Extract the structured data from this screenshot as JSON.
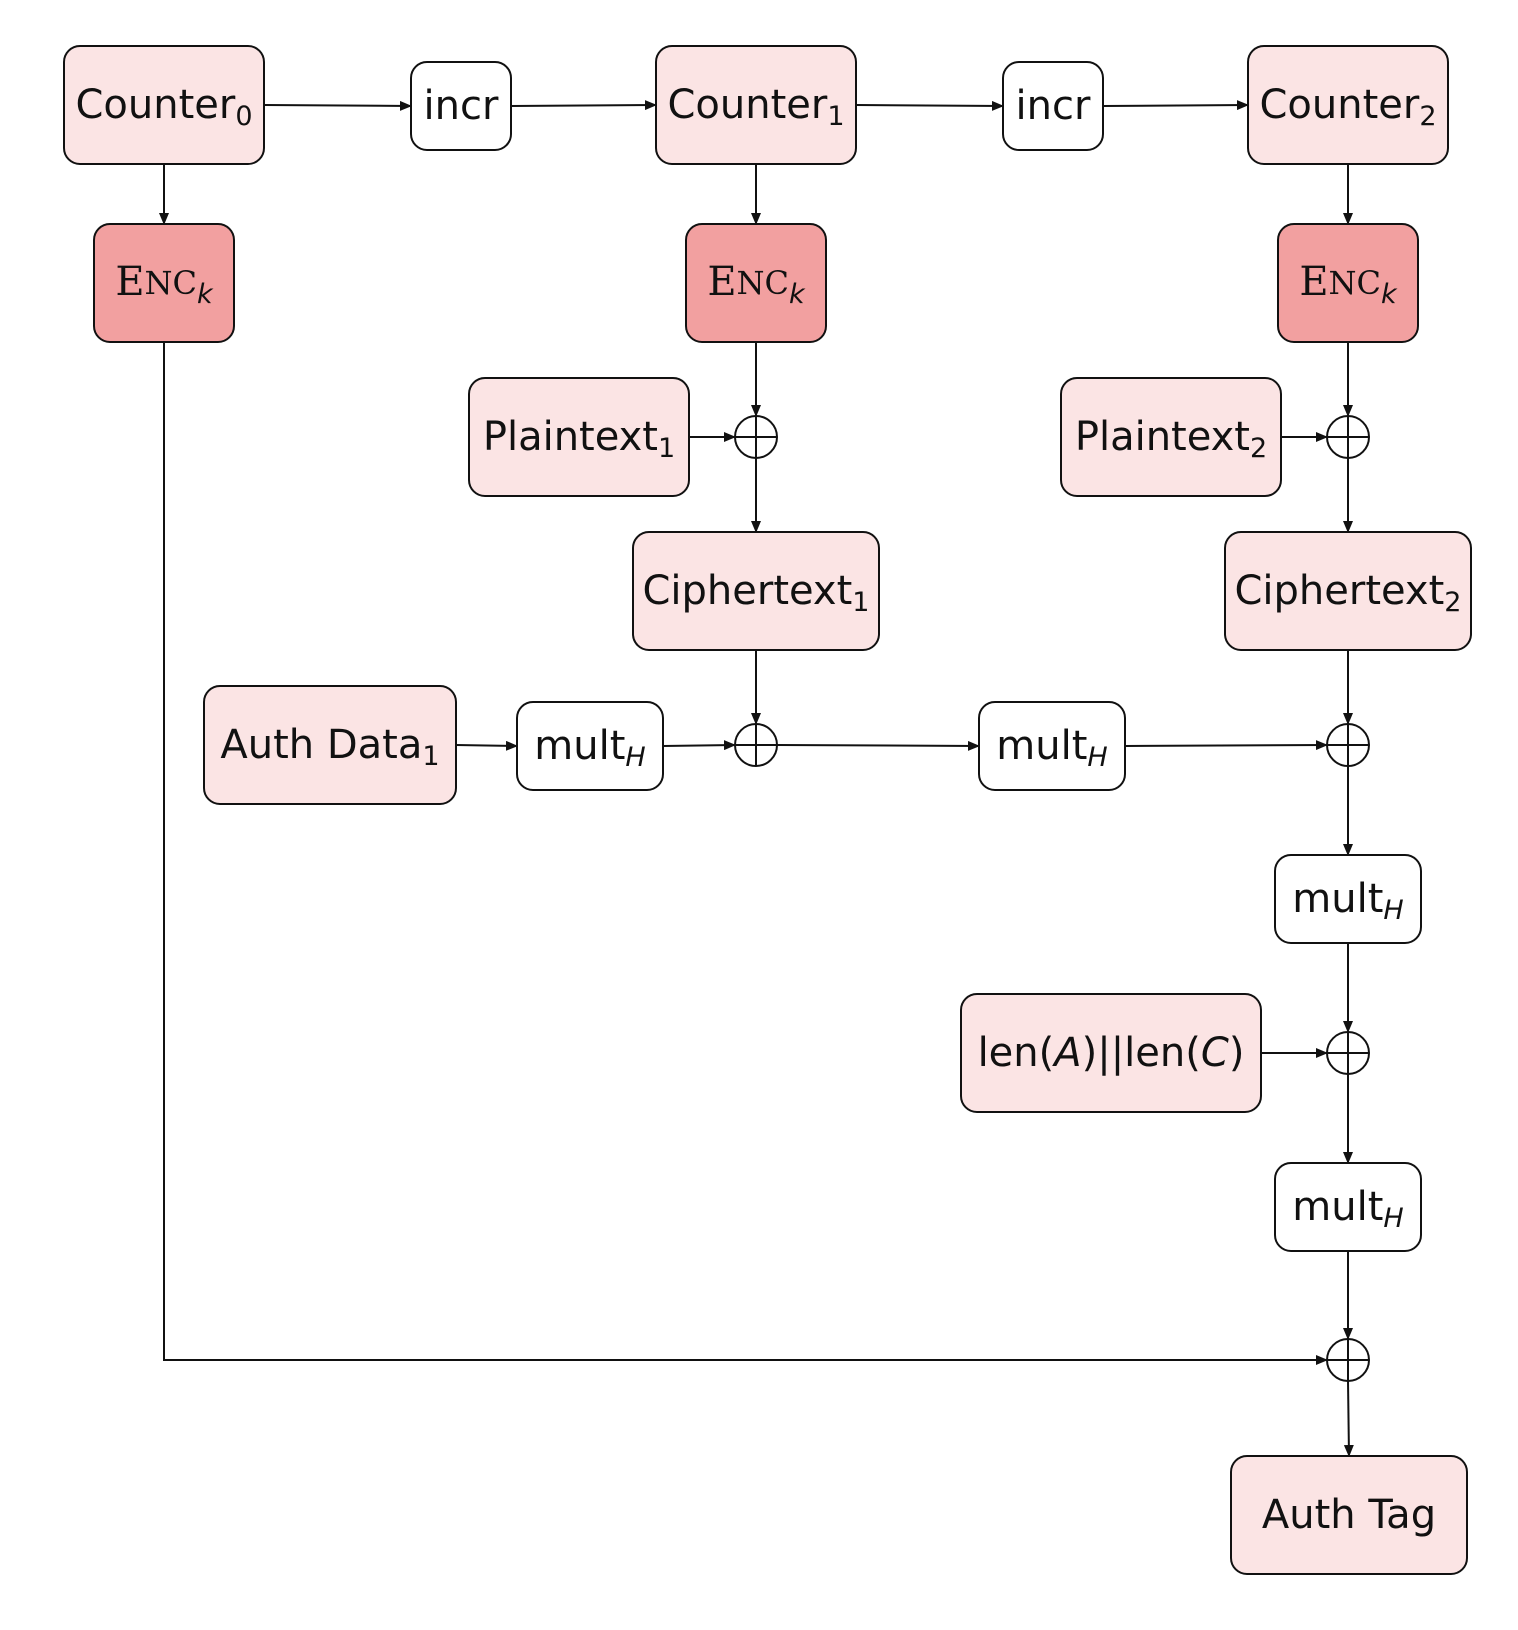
{
  "colors": {
    "light": "#fbe4e4",
    "dark": "#f2a0a0",
    "white": "#ffffff",
    "stroke": "#111111"
  },
  "nodes": [
    {
      "id": "counter0",
      "style": "light",
      "parts": [
        {
          "t": "Counter"
        },
        {
          "t": "0",
          "sub": true
        }
      ]
    },
    {
      "id": "incr-a",
      "style": "white",
      "parts": [
        {
          "t": "incr"
        }
      ]
    },
    {
      "id": "counter1",
      "style": "light",
      "parts": [
        {
          "t": "Counter"
        },
        {
          "t": "1",
          "sub": true
        }
      ]
    },
    {
      "id": "incr-b",
      "style": "white",
      "parts": [
        {
          "t": "incr"
        }
      ]
    },
    {
      "id": "counter2",
      "style": "light",
      "parts": [
        {
          "t": "Counter"
        },
        {
          "t": "2",
          "sub": true
        }
      ]
    },
    {
      "id": "enc-0",
      "style": "dark",
      "font": "serif",
      "parts": [
        {
          "t": "E"
        },
        {
          "t": "NC",
          "sc": true
        },
        {
          "t": "k",
          "sub": true,
          "ital": true,
          "sans": true
        }
      ]
    },
    {
      "id": "enc-1",
      "style": "dark",
      "font": "serif",
      "parts": [
        {
          "t": "E"
        },
        {
          "t": "NC",
          "sc": true
        },
        {
          "t": "k",
          "sub": true,
          "ital": true,
          "sans": true
        }
      ]
    },
    {
      "id": "enc-2",
      "style": "dark",
      "font": "serif",
      "parts": [
        {
          "t": "E"
        },
        {
          "t": "NC",
          "sc": true
        },
        {
          "t": "k",
          "sub": true,
          "ital": true,
          "sans": true
        }
      ]
    },
    {
      "id": "plaintext1",
      "style": "light",
      "parts": [
        {
          "t": "Plaintext"
        },
        {
          "t": "1",
          "sub": true
        }
      ]
    },
    {
      "id": "plaintext2",
      "style": "light",
      "parts": [
        {
          "t": "Plaintext"
        },
        {
          "t": "2",
          "sub": true
        }
      ]
    },
    {
      "id": "ciphertext1",
      "style": "light",
      "parts": [
        {
          "t": "Ciphertext"
        },
        {
          "t": "1",
          "sub": true
        }
      ]
    },
    {
      "id": "ciphertext2",
      "style": "light",
      "parts": [
        {
          "t": "Ciphertext"
        },
        {
          "t": "2",
          "sub": true
        }
      ]
    },
    {
      "id": "auth-data1",
      "style": "light",
      "parts": [
        {
          "t": "Auth Data"
        },
        {
          "t": "1",
          "sub": true
        }
      ]
    },
    {
      "id": "mult-a",
      "style": "white",
      "parts": [
        {
          "t": "mult"
        },
        {
          "t": "H",
          "sub": true,
          "ital": true
        }
      ]
    },
    {
      "id": "mult-b",
      "style": "white",
      "parts": [
        {
          "t": "mult"
        },
        {
          "t": "H",
          "sub": true,
          "ital": true
        }
      ]
    },
    {
      "id": "mult-c",
      "style": "white",
      "parts": [
        {
          "t": "mult"
        },
        {
          "t": "H",
          "sub": true,
          "ital": true
        }
      ]
    },
    {
      "id": "len-concat",
      "style": "light",
      "parts": [
        {
          "t": "len("
        },
        {
          "t": "A",
          "ital": true
        },
        {
          "t": ")||len("
        },
        {
          "t": "C",
          "ital": true
        },
        {
          "t": ")"
        }
      ]
    },
    {
      "id": "mult-d",
      "style": "white",
      "parts": [
        {
          "t": "mult"
        },
        {
          "t": "H",
          "sub": true,
          "ital": true
        }
      ]
    },
    {
      "id": "auth-tag",
      "style": "light",
      "parts": [
        {
          "t": "Auth Tag"
        }
      ]
    }
  ],
  "xors": [
    "xor-1",
    "xor-2",
    "xor-3",
    "xor-4",
    "xor-5",
    "xor-6"
  ],
  "edges": [
    {
      "from": "counter0",
      "to": "incr-a"
    },
    {
      "from": "incr-a",
      "to": "counter1"
    },
    {
      "from": "counter1",
      "to": "incr-b"
    },
    {
      "from": "incr-b",
      "to": "counter2"
    },
    {
      "from": "counter0",
      "to": "enc-0"
    },
    {
      "from": "counter1",
      "to": "enc-1"
    },
    {
      "from": "counter2",
      "to": "enc-2"
    },
    {
      "from": "enc-1",
      "to": "xor-1"
    },
    {
      "from": "plaintext1",
      "to": "xor-1"
    },
    {
      "from": "xor-1",
      "to": "ciphertext1"
    },
    {
      "from": "enc-2",
      "to": "xor-2"
    },
    {
      "from": "plaintext2",
      "to": "xor-2"
    },
    {
      "from": "xor-2",
      "to": "ciphertext2"
    },
    {
      "from": "auth-data1",
      "to": "mult-a"
    },
    {
      "from": "mult-a",
      "to": "xor-3"
    },
    {
      "from": "ciphertext1",
      "to": "xor-3"
    },
    {
      "from": "xor-3",
      "to": "mult-b"
    },
    {
      "from": "mult-b",
      "to": "xor-4"
    },
    {
      "from": "ciphertext2",
      "to": "xor-4"
    },
    {
      "from": "xor-4",
      "to": "mult-c"
    },
    {
      "from": "mult-c",
      "to": "xor-5"
    },
    {
      "from": "len-concat",
      "to": "xor-5"
    },
    {
      "from": "xor-5",
      "to": "mult-d"
    },
    {
      "from": "mult-d",
      "to": "xor-6"
    },
    {
      "from": "enc-0",
      "to": "xor-6"
    },
    {
      "from": "xor-6",
      "to": "auth-tag"
    }
  ]
}
